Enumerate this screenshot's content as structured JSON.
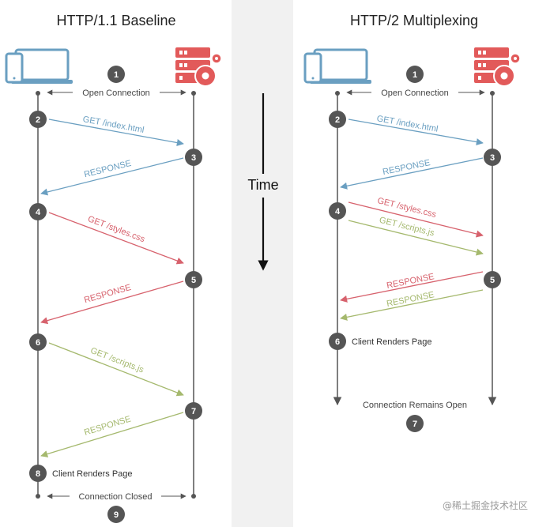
{
  "colors": {
    "blue": "#6a9fc1",
    "red": "#d7626d",
    "green": "#a5b96e",
    "gray": "#555555",
    "timeline_band": "#f1f1f1"
  },
  "center": {
    "time_label": "Time"
  },
  "left": {
    "title": "HTTP/1.1 Baseline",
    "client_icon": "laptop-phone-icon",
    "server_icon": "server-gear-icon",
    "open_connection": "Open Connection",
    "connection_closed": "Connection Closed",
    "client_renders": "Client Renders Page",
    "steps": [
      "1",
      "2",
      "3",
      "4",
      "5",
      "6",
      "7",
      "8",
      "9"
    ],
    "messages": [
      {
        "text": "GET /index.html",
        "color": "blue"
      },
      {
        "text": "RESPONSE",
        "color": "blue"
      },
      {
        "text": "GET /styles.css",
        "color": "red"
      },
      {
        "text": "RESPONSE",
        "color": "red"
      },
      {
        "text": "GET /scripts.js",
        "color": "green"
      },
      {
        "text": "RESPONSE",
        "color": "green"
      }
    ]
  },
  "right": {
    "title": "HTTP/2 Multiplexing",
    "client_icon": "laptop-phone-icon",
    "server_icon": "server-gear-icon",
    "open_connection": "Open Connection",
    "connection_open": "Connection Remains Open",
    "client_renders": "Client Renders Page",
    "steps": [
      "1",
      "2",
      "3",
      "4",
      "5",
      "6",
      "7"
    ],
    "messages": [
      {
        "text": "GET /index.html",
        "color": "blue"
      },
      {
        "text": "RESPONSE",
        "color": "blue"
      },
      {
        "text": "GET /styles.css",
        "color": "red"
      },
      {
        "text": "GET /scripts.js",
        "color": "green"
      },
      {
        "text": "RESPONSE",
        "color": "red"
      },
      {
        "text": "RESPONSE",
        "color": "green"
      }
    ]
  },
  "watermark": "@稀土掘金技术社区"
}
